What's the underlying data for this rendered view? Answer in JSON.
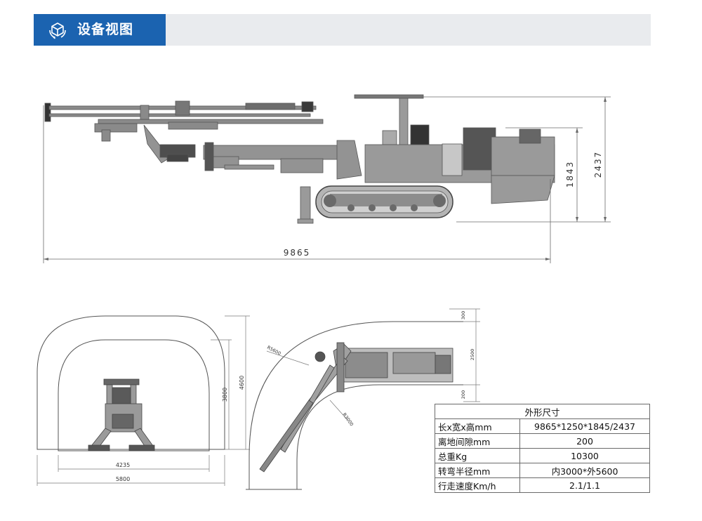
{
  "header": {
    "title": "设备视图",
    "icon": "cube-3d-icon",
    "accent": "#1b63b0"
  },
  "side_view": {
    "overall_length": "9865",
    "height_canopy": "2437",
    "height_body": "1843"
  },
  "tunnel_view": {
    "height_outer": "4600",
    "height_inner": "3800",
    "width_inner": "4235",
    "width_outer": "5800"
  },
  "turning_view": {
    "outer_radius": "R5600",
    "inner_radius": "R3000",
    "clearance_top": "300",
    "width_body": "2500",
    "clearance_bottom": "200"
  },
  "spec_table": {
    "title": "外形尺寸",
    "rows": [
      {
        "key": "长x宽x高mm",
        "value": "9865*1250*1845/2437"
      },
      {
        "key": "离地间隙mm",
        "value": "200"
      },
      {
        "key": "总重Kg",
        "value": "10300"
      },
      {
        "key": "转弯半径mm",
        "value": "内3000*外5600"
      },
      {
        "key": "行走速度Km/h",
        "value": "2.1/1.1"
      }
    ]
  }
}
